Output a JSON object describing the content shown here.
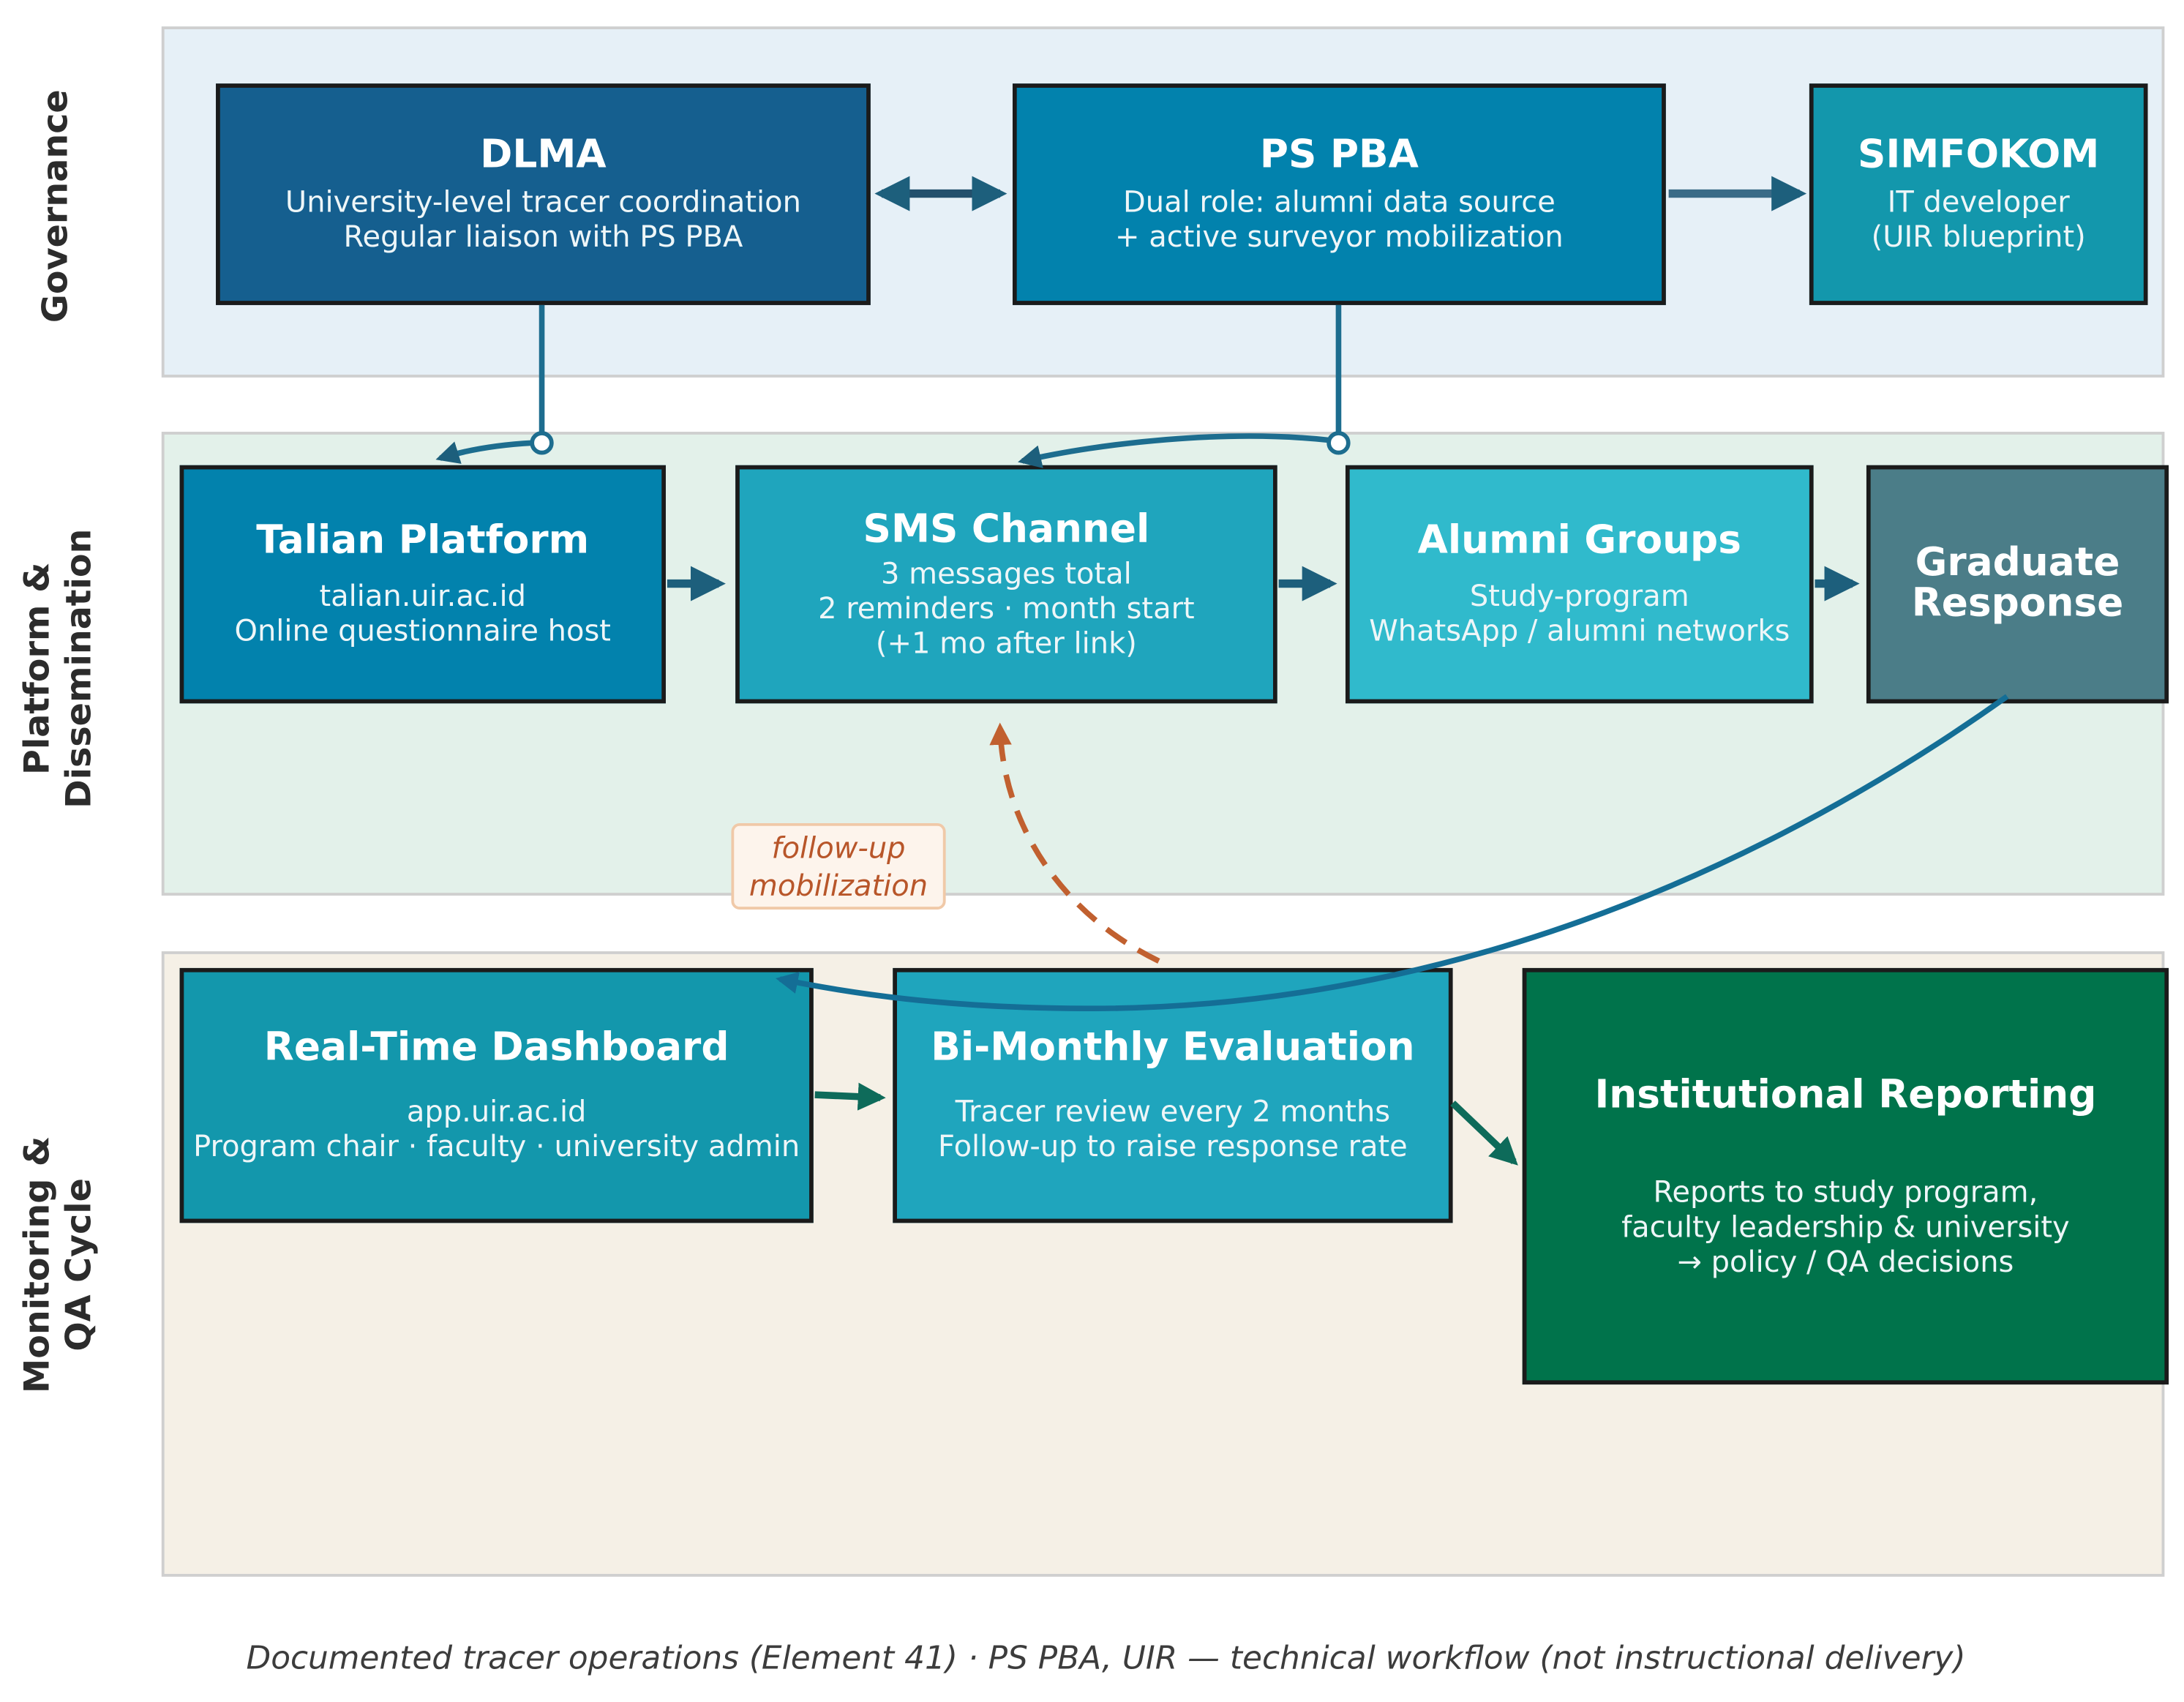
{
  "lanes": {
    "governance": "Governance",
    "platform": [
      "Platform &",
      "Dissemination"
    ],
    "monitoring": [
      "Monitoring &",
      "QA Cycle"
    ]
  },
  "nodes": {
    "dlma": {
      "title": "DLMA",
      "lines": [
        "University-level tracer coordination",
        "Regular liaison with PS PBA"
      ],
      "color": "#155f8f"
    },
    "pspba": {
      "title": "PS PBA",
      "lines": [
        "Dual role: alumni data source",
        "+ active surveyor mobilization"
      ],
      "color": "#0282ad"
    },
    "simfokom": {
      "title": "SIMFOKOM",
      "lines": [
        "IT developer",
        "(UIR blueprint)"
      ],
      "color": "#1397ac"
    },
    "talian": {
      "title": "Talian Platform",
      "lines": [
        "talian.uir.ac.id",
        "Online questionnaire host"
      ],
      "color": "#0282ad"
    },
    "sms": {
      "title": "SMS Channel",
      "lines": [
        "3 messages total",
        "2 reminders · month start",
        "(+1 mo after link)"
      ],
      "color": "#1fa5bd"
    },
    "alumni": {
      "title": "Alumni Groups",
      "lines": [
        "Study-program",
        "WhatsApp / alumni networks"
      ],
      "color": "#30bacc"
    },
    "graduate": {
      "title_lines": [
        "Graduate",
        "Response"
      ],
      "color": "#4b7d88"
    },
    "dashboard": {
      "title": "Real-Time Dashboard",
      "lines": [
        "app.uir.ac.id",
        "Program chair · faculty · university admin"
      ],
      "color": "#1397ac"
    },
    "bimonthly": {
      "title": "Bi-Monthly Evaluation",
      "lines": [
        "Tracer review every 2 months",
        "Follow-up to raise response rate"
      ],
      "color": "#1fa5bd"
    },
    "reporting": {
      "title": "Institutional Reporting",
      "lines": [
        "Reports to study program,",
        "faculty leadership & university",
        "→ policy / QA decisions"
      ],
      "color": "#00734b"
    }
  },
  "followup": [
    "follow-up",
    "mobilization"
  ],
  "caption": "Documented tracer operations (Element 41) · PS PBA, UIR — technical workflow (not instructional delivery)",
  "colors": {
    "arrow": "#1d5f7c",
    "loop": "#146e96",
    "followup": "#c1602f",
    "qa_arrow": "#0e6b5a"
  }
}
